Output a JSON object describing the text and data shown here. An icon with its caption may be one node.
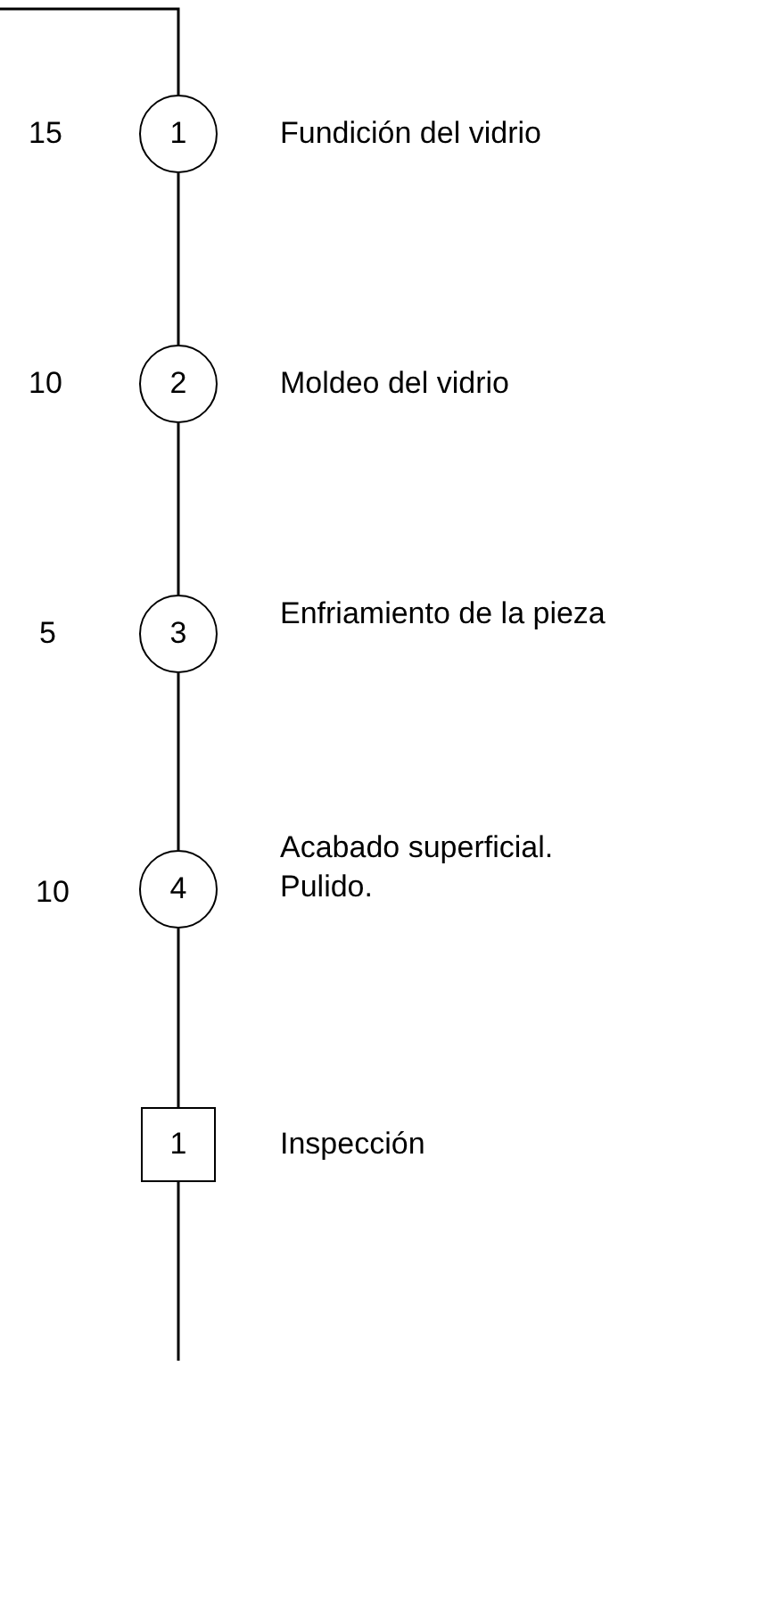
{
  "diagram": {
    "nodes": [
      {
        "text": [
          "1"
        ],
        "beside": [
          "Fundición del vidrio",
          "15"
        ]
      },
      {
        "text": [
          "2"
        ],
        "beside": [
          "Moldeo del vidrio",
          "10"
        ]
      },
      {
        "text": [
          "3"
        ],
        "beside": [
          "Enfriamiento de la pieza",
          "5"
        ]
      },
      {
        "text": [
          "4"
        ],
        "beside": [
          "Acabado superficial. Pulido.",
          "10"
        ]
      },
      {
        "text": [
          "1"
        ],
        "beside": [
          "Inspección"
        ]
      }
    ],
    "edges": [
      {
        "from": null,
        "to": 0,
        "arrow": "none"
      },
      {
        "from": 0,
        "to": 1,
        "arrow": "none"
      },
      {
        "from": 1,
        "to": 2,
        "arrow": "none"
      },
      {
        "from": 2,
        "to": 3,
        "arrow": "none"
      },
      {
        "from": 3,
        "to": 4,
        "arrow": "none"
      },
      {
        "from": 4,
        "to": null,
        "arrow": "none"
      }
    ]
  }
}
